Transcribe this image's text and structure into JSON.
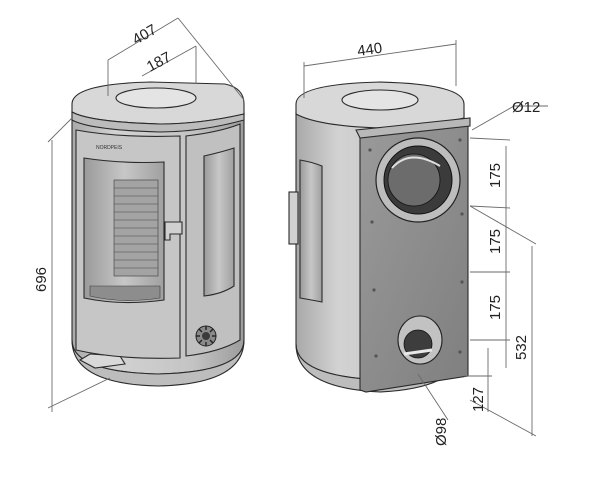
{
  "dimensions": {
    "depth": "407",
    "flue_offset": "187",
    "width": "440",
    "height": "696",
    "flue_diameter_label": "12",
    "spacing_1": "175",
    "spacing_2": "175",
    "spacing_3": "175",
    "connection_height": "532",
    "bottom_offset": "127",
    "air_inlet_diameter": "98"
  },
  "brand_mark": "NORDPEIS",
  "colors": {
    "body": "#c9c9c9",
    "body_dark": "#a8a8a8",
    "top": "#d6d6d6",
    "back_plate": "#8f8f8f",
    "glass": "#b5b5b5",
    "line": "#2a2a2a",
    "dim_line": "#6a6a6a"
  }
}
